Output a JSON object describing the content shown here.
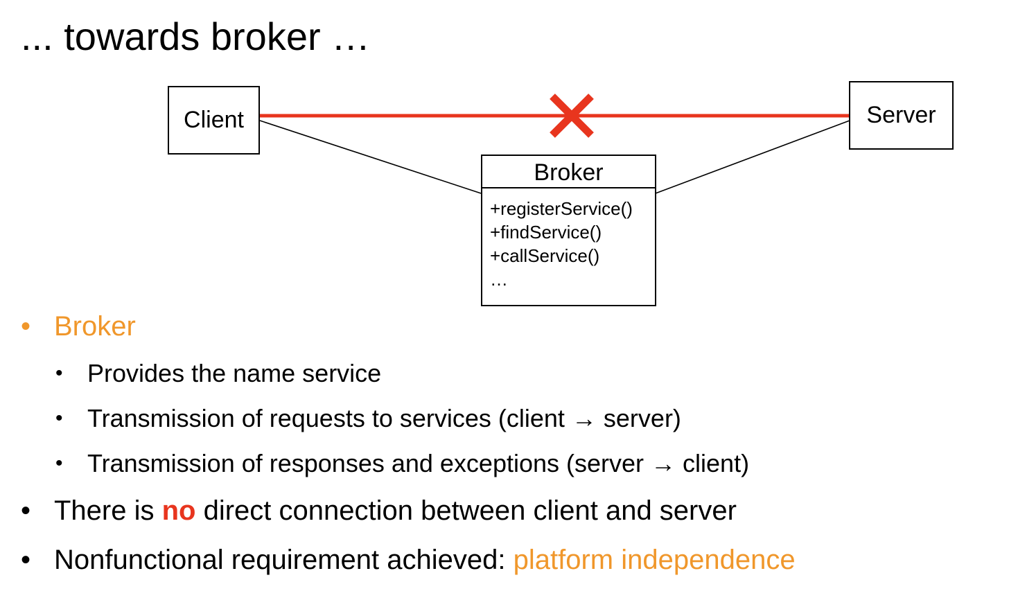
{
  "slide": {
    "title": "... towards broker …"
  },
  "diagram": {
    "client_label": "Client",
    "server_label": "Server",
    "broker": {
      "name": "Broker",
      "operations": [
        "+registerService()",
        "+findService()",
        "+callService()",
        "…"
      ]
    },
    "colors": {
      "blocked_connection": "#E8351E",
      "lines": "#000000"
    },
    "icons": [
      "cross-mark-icon"
    ]
  },
  "bullets": {
    "broker_heading": "Broker",
    "sub": [
      "Provides the name service",
      "Transmission of requests to services (client → server)",
      "Transmission of responses and exceptions (server → client)"
    ],
    "no_direct": {
      "before": "There is ",
      "highlight": "no",
      "after": " direct connection between client and server"
    },
    "nonfunctional": {
      "before": "Nonfunctional requirement achieved: ",
      "highlight": "platform independence"
    },
    "colors": {
      "accent_orange": "#F0972B",
      "accent_red": "#E8351E"
    }
  }
}
